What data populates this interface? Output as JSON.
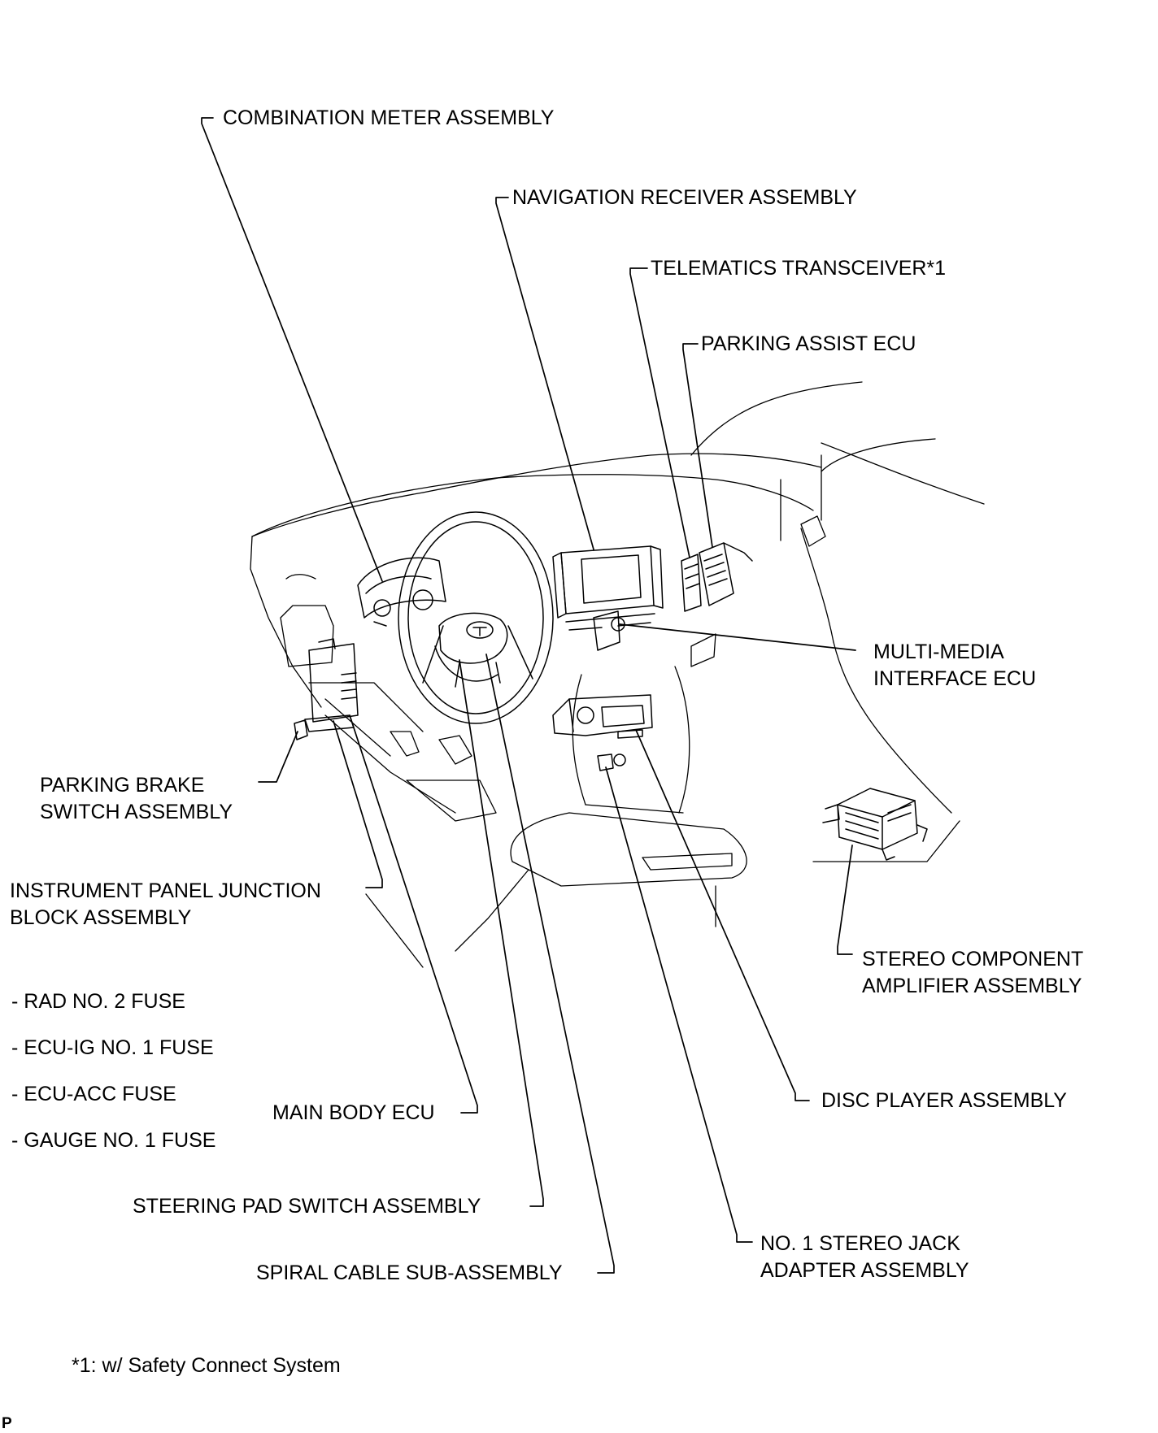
{
  "labels": {
    "combination_meter": "COMBINATION METER ASSEMBLY",
    "navigation_receiver": "NAVIGATION RECEIVER ASSEMBLY",
    "telematics_transceiver": "TELEMATICS TRANSCEIVER*1",
    "parking_assist_ecu": "PARKING ASSIST ECU",
    "multi_media_interface_ecu": [
      "MULTI-MEDIA",
      "INTERFACE ECU"
    ],
    "parking_brake_switch": [
      "PARKING BRAKE",
      "SWITCH ASSEMBLY"
    ],
    "instrument_panel_jb": [
      "INSTRUMENT PANEL JUNCTION",
      "BLOCK ASSEMBLY"
    ],
    "stereo_component_amplifier": [
      "STEREO COMPONENT",
      "AMPLIFIER ASSEMBLY"
    ],
    "disc_player": "DISC PLAYER ASSEMBLY",
    "main_body_ecu": "MAIN BODY ECU",
    "steering_pad_switch": "STEERING PAD SWITCH ASSEMBLY",
    "spiral_cable": "SPIRAL CABLE SUB-ASSEMBLY",
    "no1_stereo_jack_adapter": [
      "NO. 1 STEREO JACK",
      "ADAPTER ASSEMBLY"
    ]
  },
  "fuses": [
    "- RAD NO. 2 FUSE",
    "- ECU-IG NO. 1 FUSE",
    "- ECU-ACC FUSE",
    "- GAUGE NO. 1 FUSE"
  ],
  "footnote": "*1: w/ Safety Connect System",
  "corner_mark": "P",
  "colors": {
    "ink": "#000000",
    "background": "#ffffff"
  }
}
